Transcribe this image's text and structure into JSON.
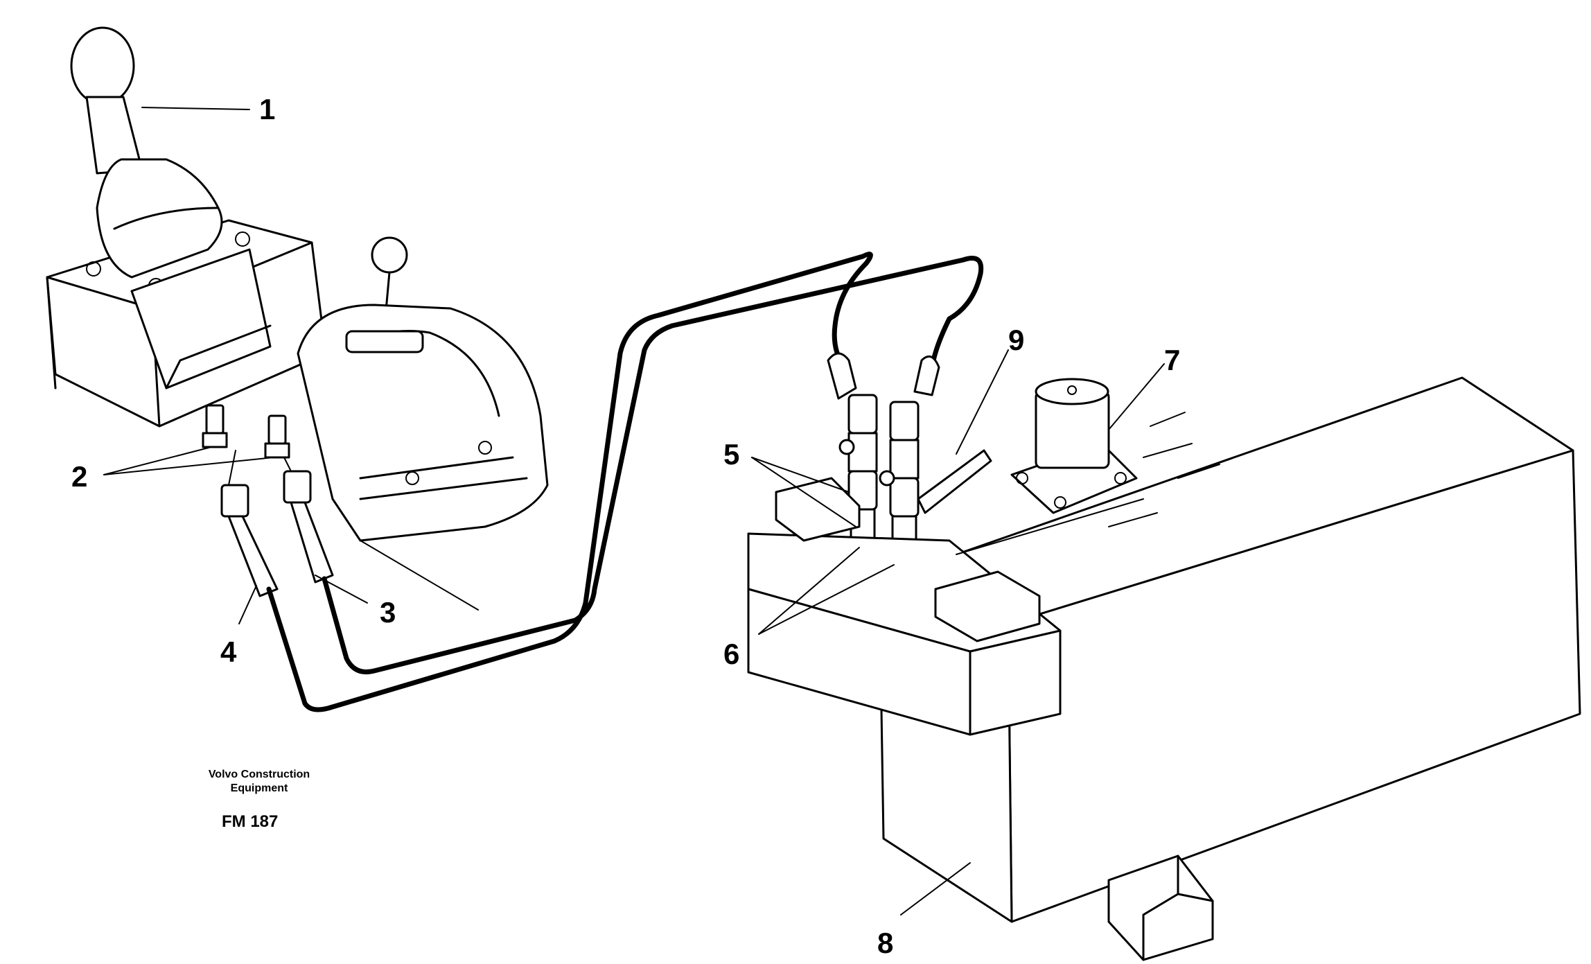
{
  "callouts": {
    "c1": "1",
    "c2": "2",
    "c3": "3",
    "c4": "4",
    "c5": "5",
    "c6": "6",
    "c7": "7",
    "c8": "8",
    "c9": "9"
  },
  "caption": {
    "line1": "Volvo Construction",
    "line2": "Equipment",
    "figure_id": "FM 187"
  }
}
